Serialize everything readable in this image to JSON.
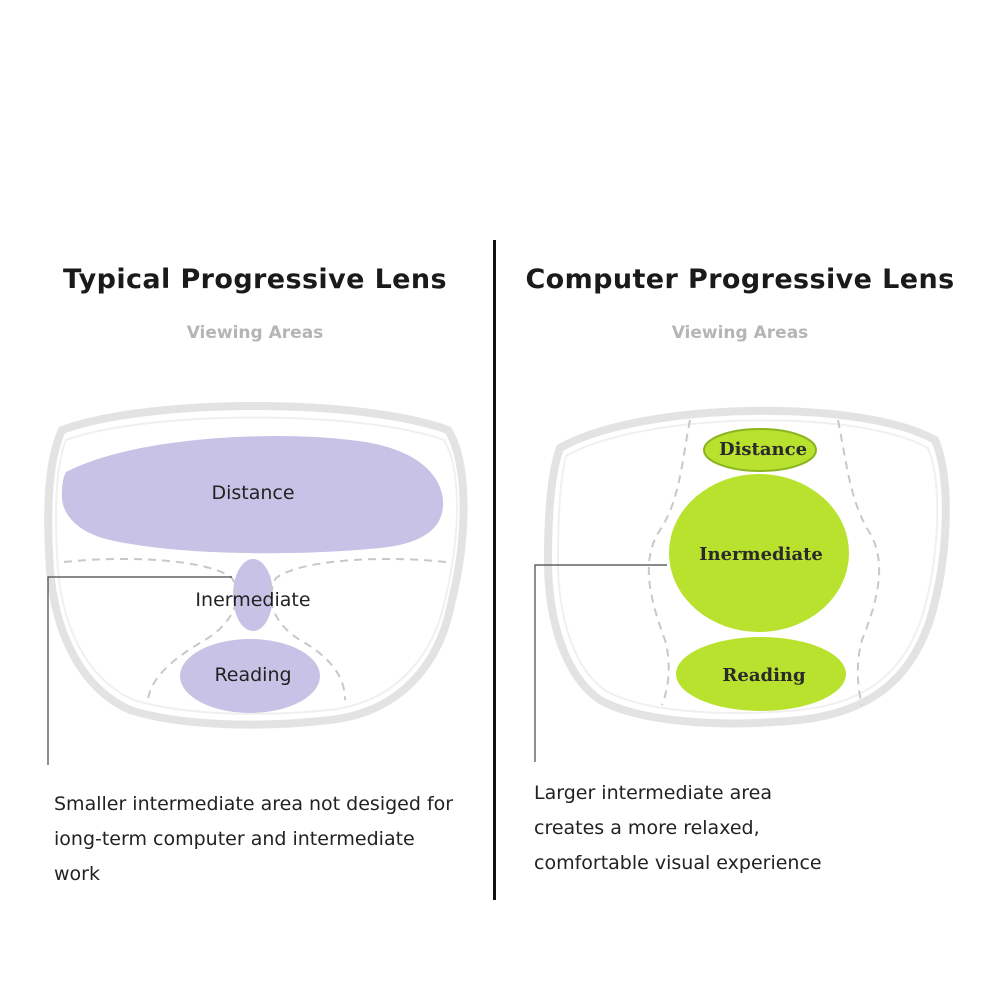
{
  "left": {
    "title": "Typical Progressive Lens",
    "subtitle": "Viewing Areas",
    "zones": {
      "distance": "Distance",
      "intermediate": "Inermediate",
      "reading": "Reading"
    },
    "caption": [
      "Smaller intermediate area not desiged for",
      "iong-term computer and intermediate",
      "work"
    ],
    "zone_color": "#c8c2e6"
  },
  "right": {
    "title": "Computer Progressive Lens",
    "subtitle": "Viewing Areas",
    "zones": {
      "distance": "Distance",
      "intermediate": "Inermediate",
      "reading": "Reading"
    },
    "caption": [
      "Larger intermediate area",
      "creates a more relaxed,",
      "comfortable visual experience"
    ],
    "zone_color": "#b8e22e"
  },
  "colors": {
    "lens_outline": "#e2e2e2",
    "dashed": "#c8c8c8",
    "divider": "#111111"
  }
}
